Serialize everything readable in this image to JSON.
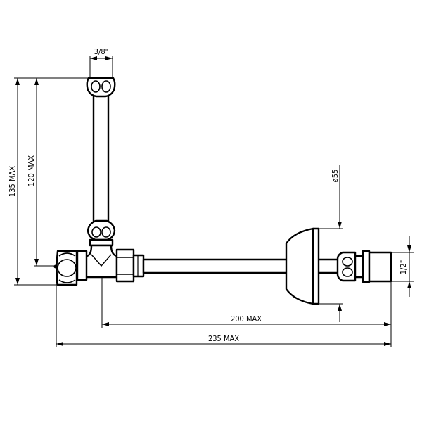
{
  "dimensions": {
    "connection_top": "3/8\"",
    "height_overall": "135 MAX",
    "height_axis": "120 MAX",
    "rosette_diameter": "ø55",
    "connection_wall": "1/2\"",
    "length_axis": "200 MAX",
    "length_overall": "235 MAX"
  },
  "colors": {
    "line": "#000000",
    "background": "#ffffff"
  }
}
